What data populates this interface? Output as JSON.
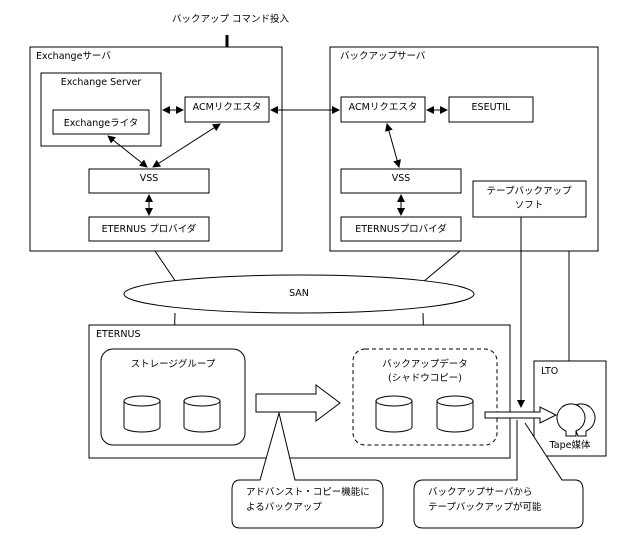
{
  "diagram": {
    "top_command": "バックアップ コマンド投入",
    "exchange_server_host": {
      "label": "Exchangeサーバ",
      "exchange_server": {
        "label": "Exchange Server",
        "writer": "Exchangeライタ"
      },
      "acm_requester": "ACMリクエスタ",
      "vss": "VSS",
      "provider": "ETERNUS プロバイダ"
    },
    "backup_server_host": {
      "label": "バックアップサーバ",
      "acm_requester": "ACMリクエスタ",
      "eseutil": "ESEUTIL",
      "vss": "VSS",
      "provider": "ETERNUSプロバイダ",
      "tape_software_line1": "テープバックアップ",
      "tape_software_line2": "ソフト"
    },
    "san": "SAN",
    "eternus": {
      "label": "ETERNUS",
      "storage_group": "ストレージグループ",
      "backup_data_line1": "バックアップデータ",
      "backup_data_line2": "(シャドウコピー)"
    },
    "lto": {
      "label": "LTO",
      "tape_media": "Tape媒体"
    },
    "callouts": {
      "advanced_copy_line1": "アドバンスト・コピー機能に",
      "advanced_copy_line2": "よるバックアップ",
      "tape_backup_line1": "バックアップサーバから",
      "tape_backup_line2": "テープバックアップが可能"
    }
  }
}
